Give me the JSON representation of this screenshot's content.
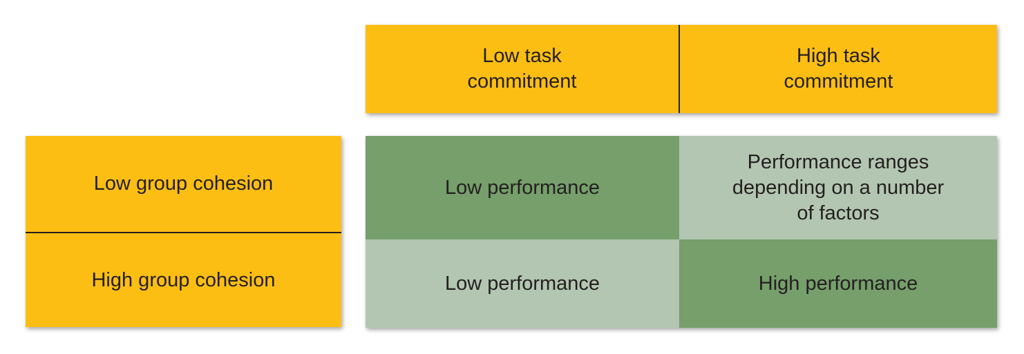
{
  "columns": [
    {
      "label": "Low task\ncommitment"
    },
    {
      "label": "High task\ncommitment"
    }
  ],
  "rows": [
    {
      "label": "Low group cohesion"
    },
    {
      "label": "High group cohesion"
    }
  ],
  "matrix": [
    [
      {
        "text": "Low performance",
        "shade": "dark"
      },
      {
        "text": "Performance ranges\ndepending on a number\nof factors",
        "shade": "light"
      }
    ],
    [
      {
        "text": "Low performance",
        "shade": "light"
      },
      {
        "text": "High performance",
        "shade": "dark"
      }
    ]
  ],
  "colors": {
    "header": "#fdbe14",
    "dark_green": "#769f6b",
    "light_green": "#b3c6b1",
    "divider": "#231f20"
  }
}
